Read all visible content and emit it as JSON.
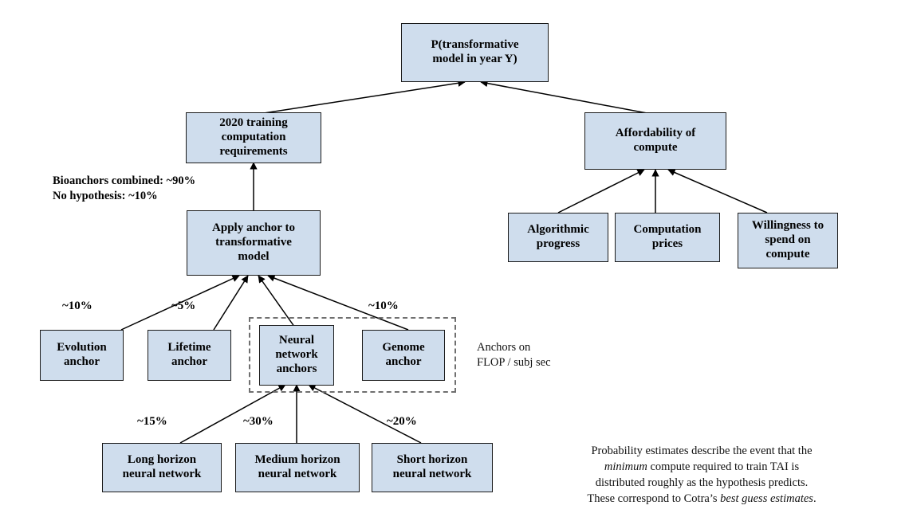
{
  "diagram": {
    "title_node": {
      "label": "P(transformative\nmodel in year Y)"
    },
    "nodes": [
      {
        "id": "root",
        "label": "P(transformative\nmodel in year Y)"
      },
      {
        "id": "training",
        "label": "2020 training\ncomputation\nrequirements"
      },
      {
        "id": "afford",
        "label": "Affordability of\ncompute"
      },
      {
        "id": "apply",
        "label": "Apply anchor to\ntransformative\nmodel"
      },
      {
        "id": "algo",
        "label": "Algorithmic\nprogress"
      },
      {
        "id": "prices",
        "label": "Computation\nprices"
      },
      {
        "id": "willing",
        "label": "Willingness to\nspend on\ncompute"
      },
      {
        "id": "evolution",
        "label": "Evolution\nanchor"
      },
      {
        "id": "lifetime",
        "label": "Lifetime\nanchor"
      },
      {
        "id": "nn",
        "label": "Neural\nnetwork\nanchors"
      },
      {
        "id": "genome",
        "label": "Genome\nanchor"
      },
      {
        "id": "long",
        "label": "Long horizon\nneural network"
      },
      {
        "id": "medium",
        "label": "Medium horizon\nneural network"
      },
      {
        "id": "short",
        "label": "Short horizon\nneural network"
      }
    ],
    "edge_labels": [
      {
        "id": "evolution-pct",
        "text": "~10%"
      },
      {
        "id": "lifetime-pct",
        "text": "~5%"
      },
      {
        "id": "genome-pct",
        "text": "~10%"
      },
      {
        "id": "long-pct",
        "text": "~15%"
      },
      {
        "id": "medium-pct",
        "text": "~30%"
      },
      {
        "id": "short-pct",
        "text": "~20%"
      }
    ],
    "annotations": {
      "combined_note": "Bioanchors combined: ~90%\nNo hypothesis: ~10%",
      "group_note": "Anchors on\nFLOP / subj sec",
      "caption": {
        "line1": "Probability estimates describe the event that the",
        "italic1": "minimum",
        "line2_rest": " compute required to train TAI is",
        "line3": "distributed roughly as the hypothesis predicts.",
        "line4_pre": "These correspond to Cotra’s ",
        "italic2": "best guess estimates",
        "line4_post": "."
      }
    },
    "colors": {
      "node_fill": "#cfdded",
      "node_border": "#1a1a1a",
      "edge_stroke": "#000000",
      "group_dash": "#6f6f6f",
      "background": "#ffffff"
    }
  }
}
